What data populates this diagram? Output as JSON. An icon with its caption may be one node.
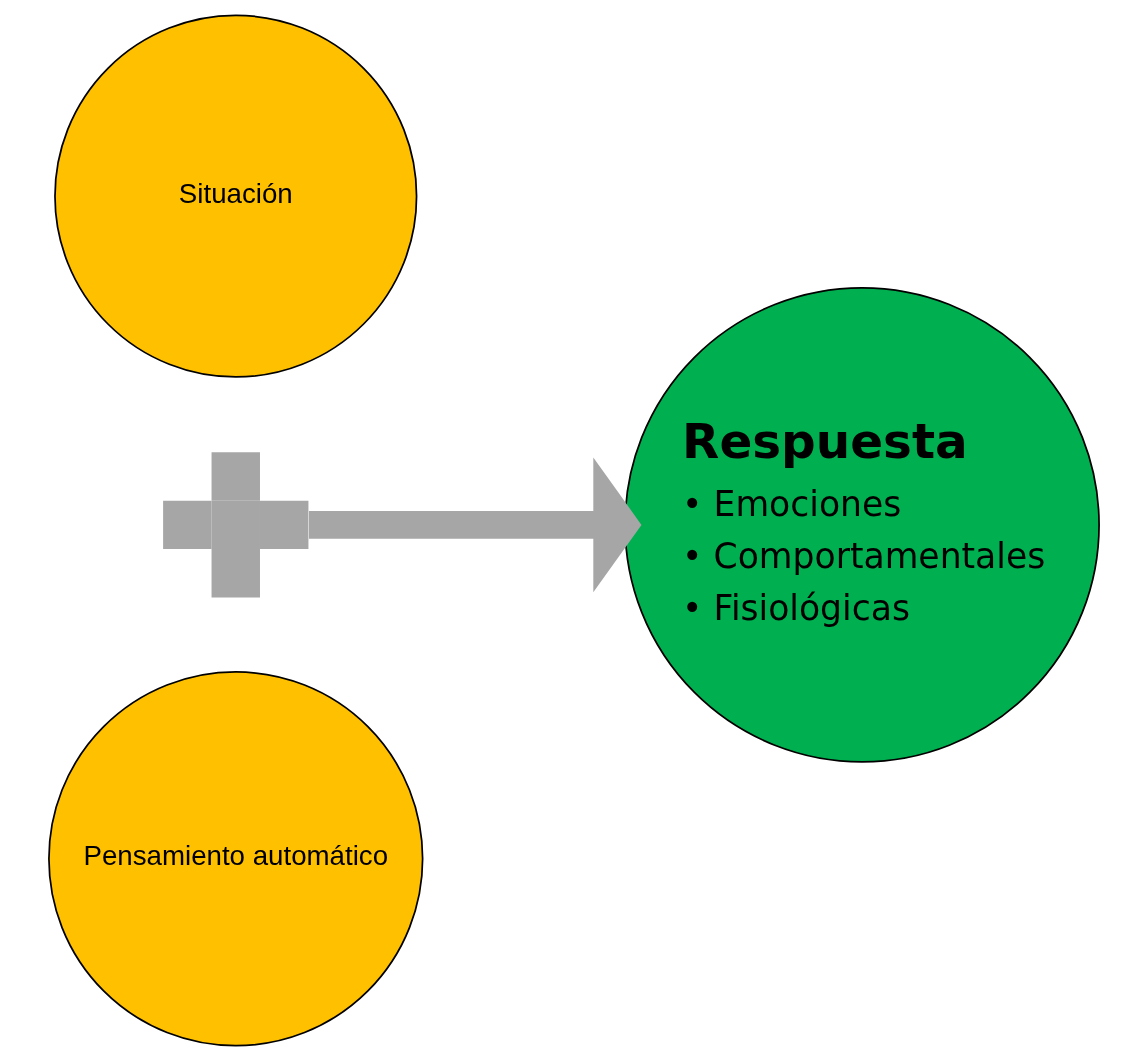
{
  "diagram": {
    "nodes": [
      {
        "text": [
          "Situación"
        ]
      },
      {
        "text": [],
        "shape": "plus"
      },
      {
        "text": [
          "Pensamiento automático"
        ]
      },
      {
        "text": [
          "Respuesta",
          "• Emociones",
          "• Comportamentales",
          "• Fisiológicas"
        ]
      }
    ],
    "edges": [
      {
        "from": 1,
        "to": 3,
        "arrow": "to",
        "color": "#a6a6a6"
      }
    ]
  }
}
